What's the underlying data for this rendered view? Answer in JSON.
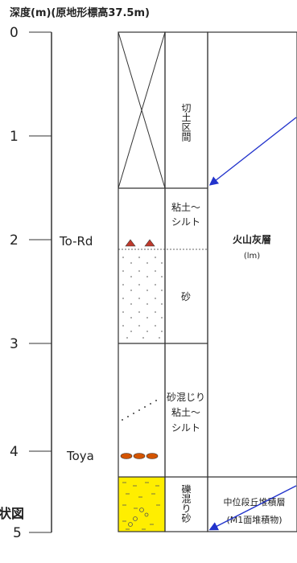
{
  "header": {
    "title": "深度(m)(原地形標高37.5m)"
  },
  "depth_axis": {
    "ticks": [
      "0",
      "1",
      "2",
      "3",
      "4",
      "5"
    ],
    "min": 0,
    "max": 5
  },
  "markers": [
    {
      "label": "To-Rd",
      "depth": 2.0
    },
    {
      "label": "Toya",
      "depth": 4.0
    }
  ],
  "layers": [
    {
      "top": 0.0,
      "bottom": 1.5,
      "pattern": "cross",
      "label": "切土区間"
    },
    {
      "top": 1.5,
      "bottom": 2.1,
      "pattern": "blank",
      "label": "粘土～シルト"
    },
    {
      "top": 2.1,
      "bottom": 3.0,
      "pattern": "dots",
      "label": "砂"
    },
    {
      "top": 3.0,
      "bottom": 4.25,
      "pattern": "blank",
      "label": "砂混じり粘土～シルト"
    },
    {
      "top": 4.25,
      "bottom": 5.0,
      "pattern": "yellow-gravel",
      "label": "礫混り砂"
    }
  ],
  "units": [
    {
      "name": "火山灰層",
      "code": "(lm)"
    },
    {
      "name": "中位段丘堆積層",
      "code": "(M1面堆積物)"
    }
  ],
  "side_note": "状図",
  "colors": {
    "arrow": "#2233cc",
    "sand_fill": "#ffee00",
    "triangle": "#c0392b",
    "ellipse": "#d35400"
  }
}
